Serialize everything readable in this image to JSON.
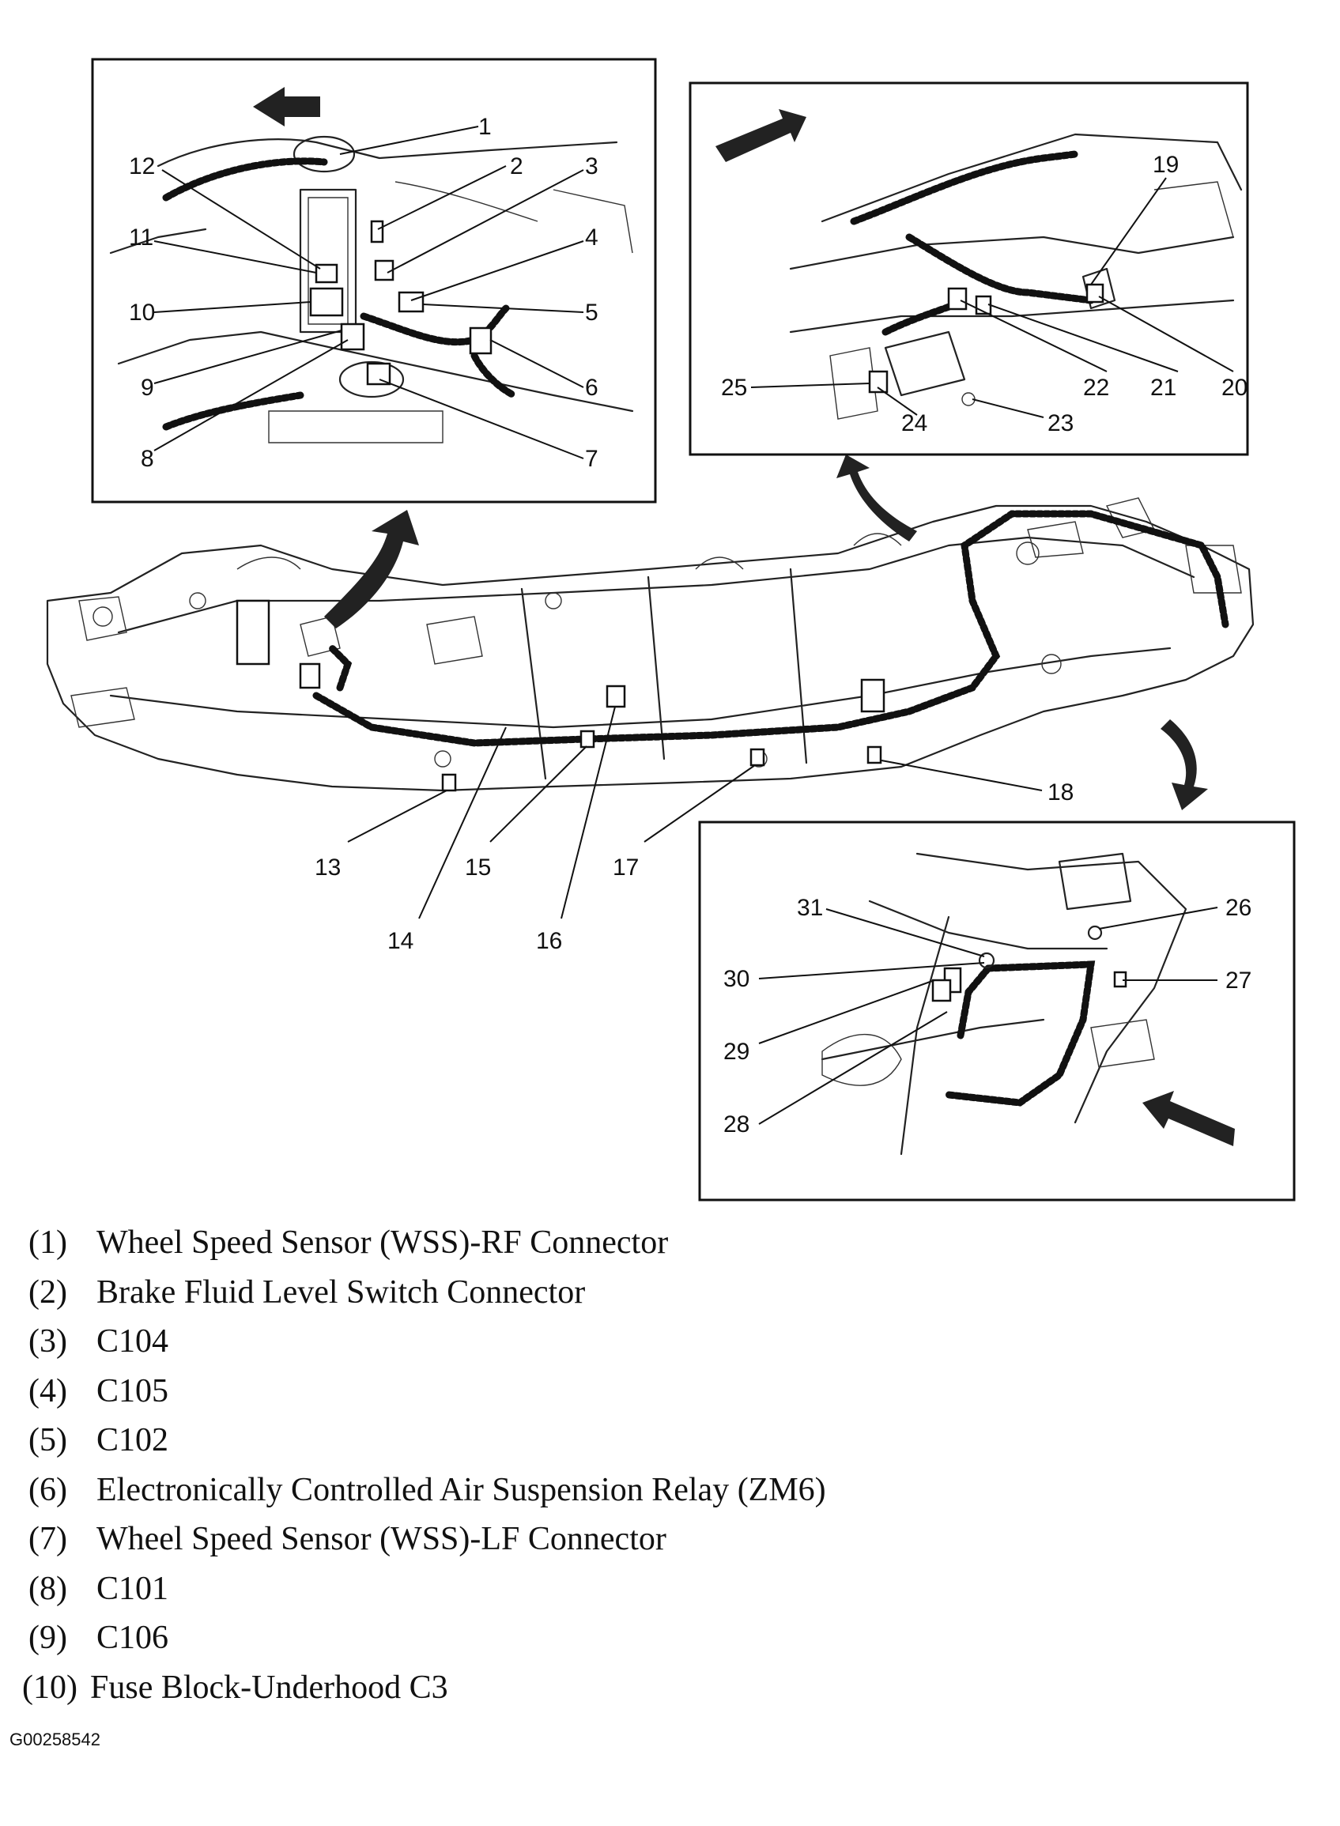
{
  "callout_numbers": [
    "1",
    "2",
    "3",
    "4",
    "5",
    "6",
    "7",
    "8",
    "9",
    "10",
    "11",
    "12",
    "13",
    "14",
    "15",
    "16",
    "17",
    "18",
    "19",
    "20",
    "21",
    "22",
    "23",
    "24",
    "25",
    "26",
    "27",
    "28",
    "29",
    "30",
    "31"
  ],
  "legend": [
    {
      "num": "(1)",
      "text": "Wheel Speed Sensor (WSS)-RF Connector"
    },
    {
      "num": "(2)",
      "text": "Brake Fluid Level Switch Connector"
    },
    {
      "num": "(3)",
      "text": "C104"
    },
    {
      "num": "(4)",
      "text": "C105"
    },
    {
      "num": "(5)",
      "text": "C102"
    },
    {
      "num": "(6)",
      "text": "Electronically Controlled Air Suspension Relay (ZM6)"
    },
    {
      "num": "(7)",
      "text": "Wheel Speed Sensor (WSS)-LF Connector"
    },
    {
      "num": "(8)",
      "text": "C101"
    },
    {
      "num": "(9)",
      "text": "C106"
    },
    {
      "num": "(10)",
      "text": "Fuse Block-Underhood C3"
    }
  ],
  "figure_id": "G00258542"
}
